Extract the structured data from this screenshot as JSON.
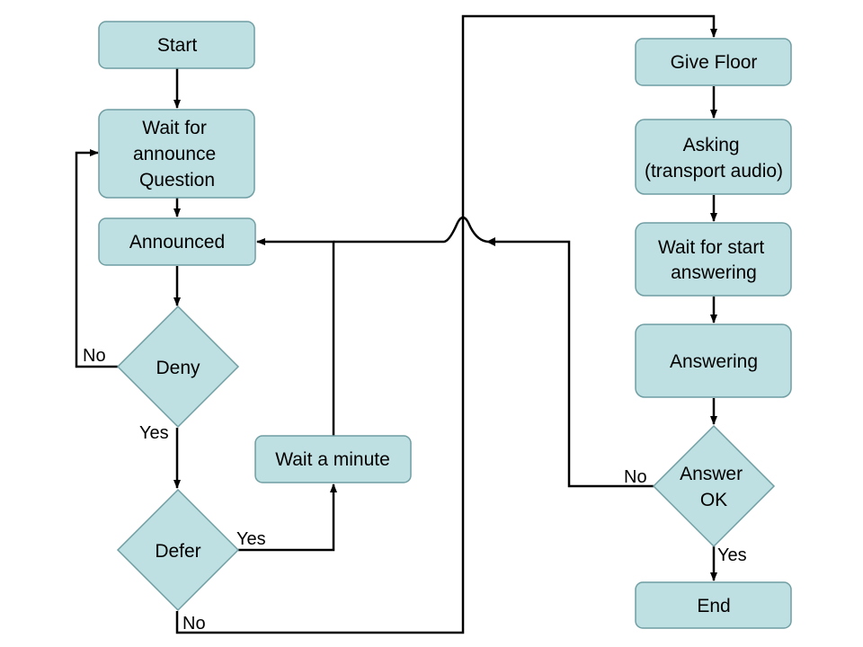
{
  "colors": {
    "node_fill": "#bfe0e2",
    "node_stroke": "#6f9ea3",
    "line": "#000000"
  },
  "nodes": {
    "start": {
      "lines": [
        "Start"
      ]
    },
    "wait_announce": {
      "lines": [
        "Wait for",
        "announce",
        "Question"
      ]
    },
    "announced": {
      "lines": [
        "Announced"
      ]
    },
    "deny": {
      "lines": [
        "Deny"
      ]
    },
    "defer": {
      "lines": [
        "Defer"
      ]
    },
    "wait_minute": {
      "lines": [
        "Wait a minute"
      ]
    },
    "give_floor": {
      "lines": [
        "Give Floor"
      ]
    },
    "asking": {
      "lines": [
        "Asking",
        "(transport audio)"
      ]
    },
    "wait_start": {
      "lines": [
        "Wait for start",
        "answering"
      ]
    },
    "answering": {
      "lines": [
        "Answering"
      ]
    },
    "answer_ok": {
      "lines": [
        "Answer",
        "OK"
      ]
    },
    "end": {
      "lines": [
        "End"
      ]
    }
  },
  "edge_labels": {
    "deny_no": "No",
    "deny_yes": "Yes",
    "defer_yes": "Yes",
    "defer_no": "No",
    "answer_no": "No",
    "answer_yes": "Yes"
  }
}
